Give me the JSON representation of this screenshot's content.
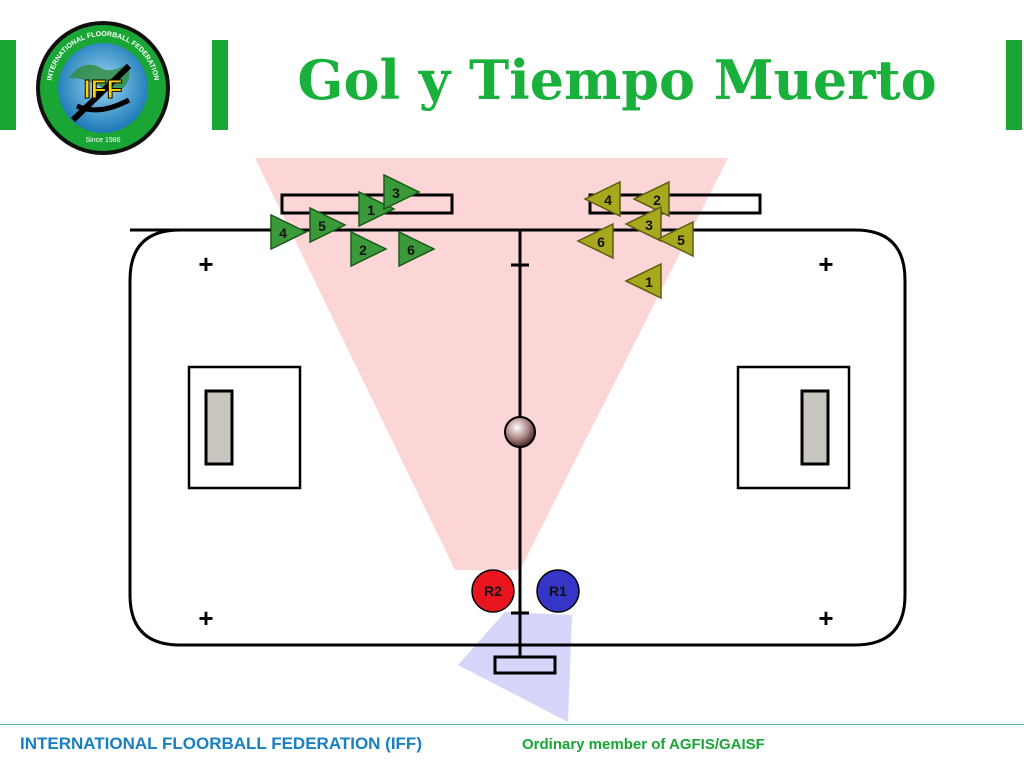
{
  "header": {
    "title": "Gol y Tiempo Muerto",
    "logo": {
      "ring_text": "INTERNATIONAL FLOORBALL FEDERATION",
      "center_text": "IFF",
      "since_text": "Since 1986"
    }
  },
  "colors": {
    "accent_green": "#19b03b",
    "team_left": "#3a9a3a",
    "team_right": "#a7a81e",
    "referee_r1": "#3535c8",
    "referee_r2": "#e8141e",
    "view_zone_r1": "#fcd6d6",
    "view_zone_r2": "#d6d6fa",
    "footer_blue": "#1a7fc1"
  },
  "diagram": {
    "team_left_players": [
      "4",
      "5",
      "1",
      "3",
      "2",
      "6"
    ],
    "team_right_players": [
      "4",
      "2",
      "3",
      "6",
      "5",
      "1"
    ],
    "referees": [
      "R2",
      "R1"
    ],
    "faceoff_marker": "+"
  },
  "footer": {
    "organization": "INTERNATIONAL FLOORBALL FEDERATION (IFF)",
    "membership": "Ordinary member of AGFIS/GAISF"
  }
}
